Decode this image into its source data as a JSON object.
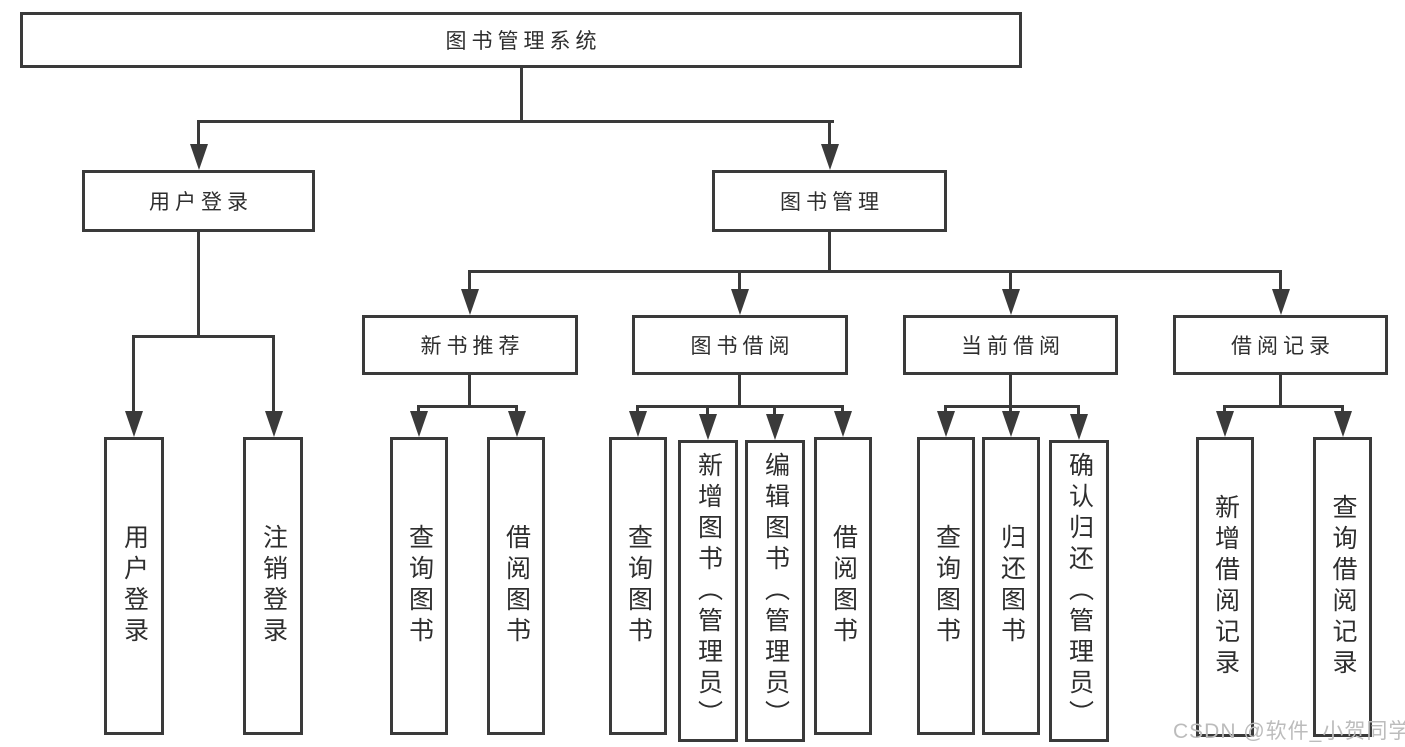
{
  "diagram": {
    "type": "tree",
    "colors": {
      "line": "#3a3a3a",
      "text": "#2e2e2e",
      "background": "#ffffff",
      "watermark": "#bcbcbc"
    },
    "tree": {
      "label": "图书管理系统",
      "children": [
        {
          "label": "用户登录",
          "children": [
            {
              "label": "用户登录"
            },
            {
              "label": "注销登录"
            }
          ]
        },
        {
          "label": "图书管理",
          "children": [
            {
              "label": "新书推荐",
              "children": [
                {
                  "label": "查询图书"
                },
                {
                  "label": "借阅图书"
                }
              ]
            },
            {
              "label": "图书借阅",
              "children": [
                {
                  "label": "查询图书"
                },
                {
                  "label": "新增图书（管理员）"
                },
                {
                  "label": "编辑图书（管理员）"
                },
                {
                  "label": "借阅图书"
                }
              ]
            },
            {
              "label": "当前借阅",
              "children": [
                {
                  "label": "查询图书"
                },
                {
                  "label": "归还图书"
                },
                {
                  "label": "确认归还（管理员）"
                }
              ]
            },
            {
              "label": "借阅记录",
              "children": [
                {
                  "label": "新增借阅记录"
                },
                {
                  "label": "查询借阅记录"
                }
              ]
            }
          ]
        }
      ]
    },
    "watermark": "CSDN @软件_小贺同学"
  }
}
